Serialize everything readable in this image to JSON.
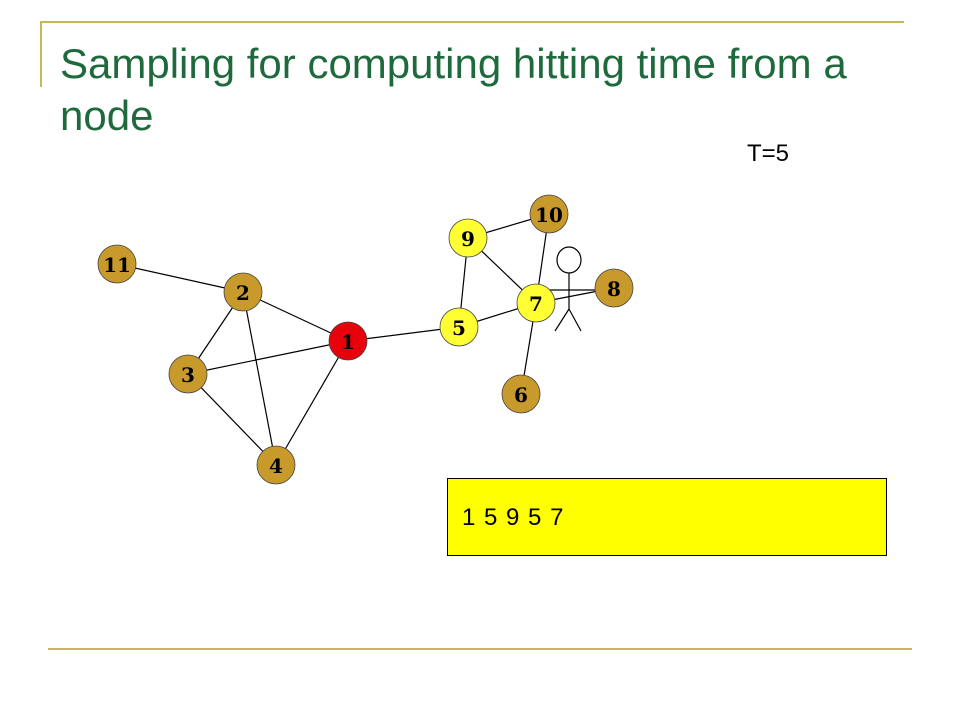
{
  "slide": {
    "title": "Sampling for computing hitting time from a node",
    "t_label": "T=5",
    "walk_sequence": "1 5 9 5 7"
  },
  "graph": {
    "nodes": [
      {
        "id": "1",
        "label": "1",
        "color": "#e8000b"
      },
      {
        "id": "2",
        "label": "2",
        "color": "#c89a2c"
      },
      {
        "id": "3",
        "label": "3",
        "color": "#c89a2c"
      },
      {
        "id": "4",
        "label": "4",
        "color": "#c89a2c"
      },
      {
        "id": "5",
        "label": "5",
        "color": "#ffff33"
      },
      {
        "id": "6",
        "label": "6",
        "color": "#c89a2c"
      },
      {
        "id": "7",
        "label": "7",
        "color": "#ffff33"
      },
      {
        "id": "8",
        "label": "8",
        "color": "#c89a2c"
      },
      {
        "id": "9",
        "label": "9",
        "color": "#ffff33"
      },
      {
        "id": "10",
        "label": "10",
        "color": "#c89a2c"
      },
      {
        "id": "11",
        "label": "11",
        "color": "#c89a2c"
      }
    ],
    "edges": [
      [
        "11",
        "2"
      ],
      [
        "2",
        "1"
      ],
      [
        "2",
        "3"
      ],
      [
        "2",
        "4"
      ],
      [
        "3",
        "1"
      ],
      [
        "3",
        "4"
      ],
      [
        "4",
        "1"
      ],
      [
        "1",
        "5"
      ],
      [
        "5",
        "9"
      ],
      [
        "5",
        "7"
      ],
      [
        "9",
        "10"
      ],
      [
        "9",
        "7"
      ],
      [
        "10",
        "7"
      ],
      [
        "7",
        "6"
      ],
      [
        "7",
        "8"
      ]
    ]
  },
  "colors": {
    "frame": "#c8b75a",
    "title": "#1f6a3c",
    "node_default": "#c89a2c",
    "node_start": "#e8000b",
    "node_visited": "#ffff33",
    "walk_box": "#ffff00"
  }
}
